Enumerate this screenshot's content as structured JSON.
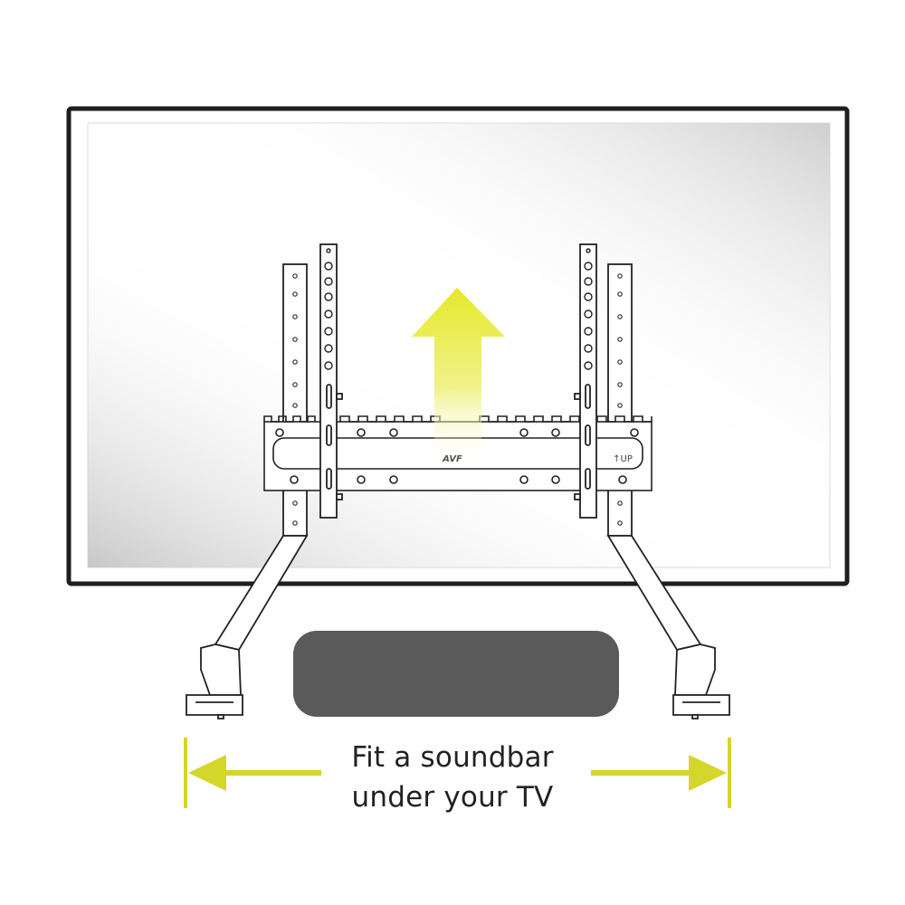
{
  "caption": {
    "line1": "Fit a soundbar",
    "line2": "under your TV"
  },
  "bracket": {
    "logo_text": "AVF",
    "up_text": "↑UP"
  },
  "colors": {
    "accent": "#d4d62a",
    "up_arrow": "#e8e832",
    "soundbar": "#5a5a5a",
    "outline": "#222222",
    "screen_bg": "#ffffff",
    "screen_glare": "#d9d9d9"
  },
  "icons": {
    "up_arrow": "arrow-up-icon",
    "left_arrow": "arrow-left-icon",
    "right_arrow": "arrow-right-icon"
  }
}
